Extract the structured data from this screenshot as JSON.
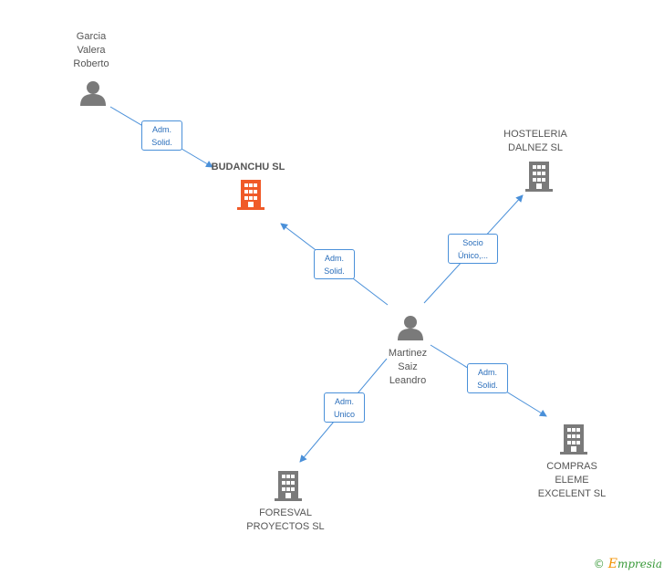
{
  "colors": {
    "edge": "#4a90d9",
    "person": "#7a7a7a",
    "company": "#7a7a7a",
    "main_company": "#f05a28"
  },
  "nodes": {
    "garcia": {
      "label": "Garcia\nValera\nRoberto",
      "icon": "person-icon"
    },
    "budanchu": {
      "label": "BUDANCHU SL",
      "icon": "building-icon"
    },
    "hosteleria": {
      "label": "HOSTELERIA\nDALNEZ SL",
      "icon": "building-icon"
    },
    "martinez": {
      "label": "Martinez\nSaiz\nLeandro",
      "icon": "person-icon"
    },
    "foresval": {
      "label": "FORESVAL\nPROYECTOS SL",
      "icon": "building-icon"
    },
    "compras": {
      "label": "COMPRAS\nELEME\nEXCELENT SL",
      "icon": "building-icon"
    }
  },
  "edges": {
    "garcia_budanchu": "Adm.\nSolid.",
    "martinez_budanchu": "Adm.\nSolid.",
    "martinez_hosteleria": "Socio\nÚnico,...",
    "martinez_compras": "Adm.\nSolid.",
    "martinez_foresval": "Adm.\nUnico"
  },
  "brand": {
    "copyright": "©",
    "e": "E",
    "rest": "mpresia"
  }
}
